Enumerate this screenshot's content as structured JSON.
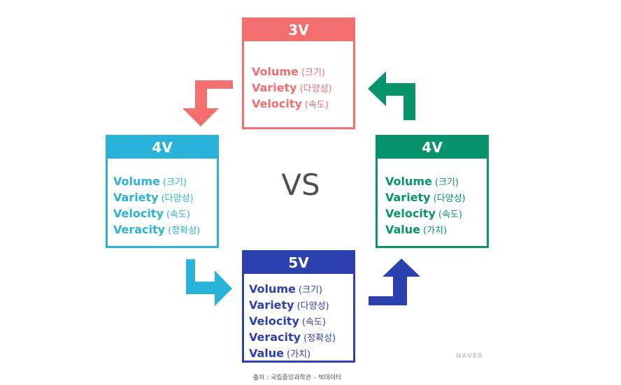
{
  "center_label": "VS",
  "boxes": {
    "top": {
      "title": "3V",
      "color": "#f36f6e",
      "items": [
        {
          "en": "Volume",
          "kr": "(크기)"
        },
        {
          "en": "Variety",
          "kr": "(다양성)"
        },
        {
          "en": "Velocity",
          "kr": "(속도)"
        }
      ]
    },
    "left": {
      "title": "4V",
      "color": "#29b3d8",
      "items": [
        {
          "en": "Volume",
          "kr": "(크기)"
        },
        {
          "en": "Variety",
          "kr": "(다양성)"
        },
        {
          "en": "Velocity",
          "kr": "(속도)"
        },
        {
          "en": "Veracity",
          "kr": "(정확성)"
        }
      ]
    },
    "right": {
      "title": "4V",
      "color": "#07946c",
      "items": [
        {
          "en": "Volume",
          "kr": "(크기)"
        },
        {
          "en": "Variety",
          "kr": "(다양성)"
        },
        {
          "en": "Velocity",
          "kr": "(속도)"
        },
        {
          "en": "Value",
          "kr": "(가치)"
        }
      ]
    },
    "bottom": {
      "title": "5V",
      "color": "#2d41ae",
      "items": [
        {
          "en": "Volume",
          "kr": "(크기)"
        },
        {
          "en": "Variety",
          "kr": "(다양성)"
        },
        {
          "en": "Velocity",
          "kr": "(속도)"
        },
        {
          "en": "Veracity",
          "kr": "(정확성)"
        },
        {
          "en": "Value",
          "kr": "(가치)"
        }
      ]
    }
  },
  "source": "출처 : 국립중앙과학관 – 빅데이터",
  "watermark": "NAVER"
}
